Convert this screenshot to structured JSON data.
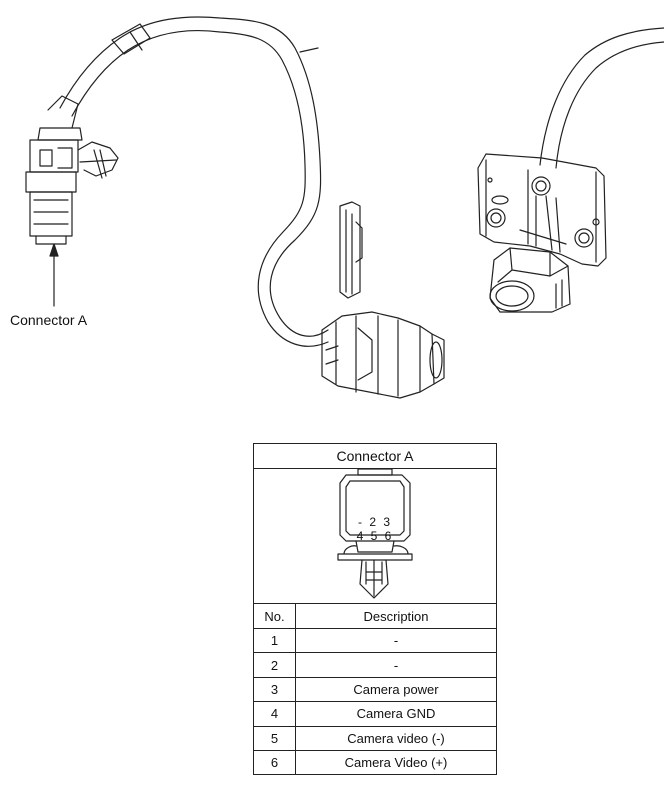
{
  "callout": {
    "label": "Connector A"
  },
  "connector_table": {
    "title": "Connector A",
    "face": {
      "row1": "- 2 3",
      "row2": "4 5 6"
    },
    "headers": {
      "no": "No.",
      "description": "Description"
    },
    "rows": [
      {
        "no": "1",
        "description": "-"
      },
      {
        "no": "2",
        "description": "-"
      },
      {
        "no": "3",
        "description": "Camera power"
      },
      {
        "no": "4",
        "description": "Camera GND"
      },
      {
        "no": "5",
        "description": "Camera video (-)"
      },
      {
        "no": "6",
        "description": "Camera Video (+)"
      }
    ]
  }
}
